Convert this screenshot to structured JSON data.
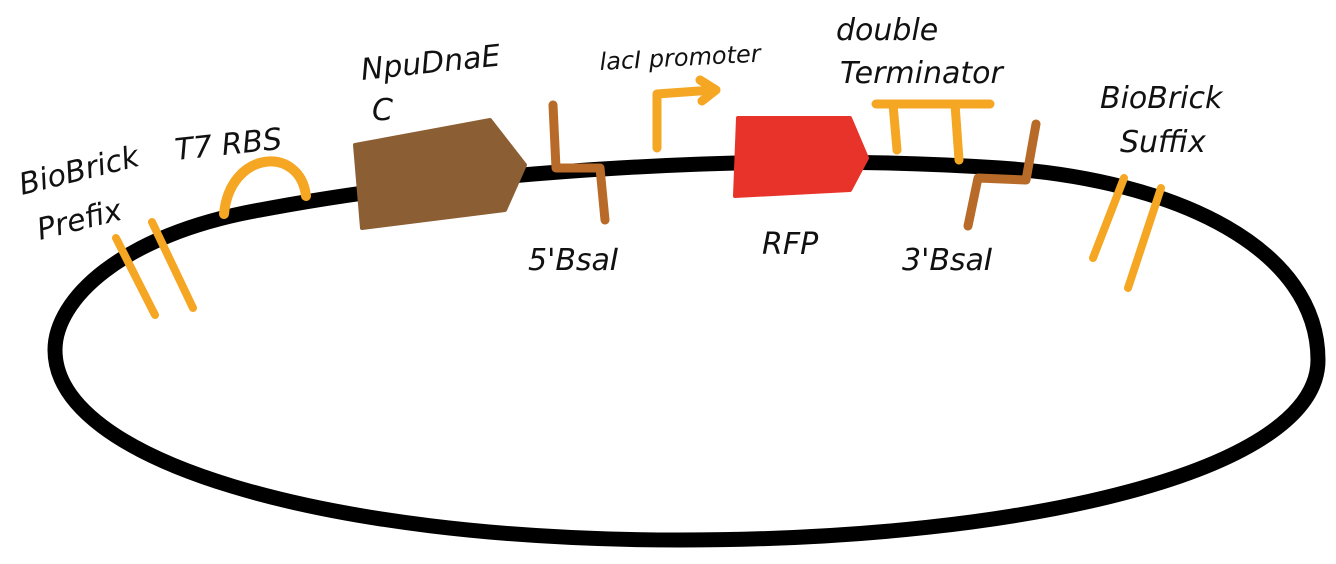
{
  "diagram": {
    "labels": {
      "biobrick_prefix_line1": "BioBrick",
      "biobrick_prefix_line2": "Prefix",
      "t7_rbs": "T7 RBS",
      "npudnae_line1": "NpuDnaE",
      "npudnae_line2": "C",
      "lacI_promoter": "lacI promoter",
      "double_terminator_line1": "double",
      "double_terminator_line2": "Terminator",
      "biobrick_suffix_line1": "BioBrick",
      "biobrick_suffix_line2": "Suffix",
      "bsai_5": "5'BsaI",
      "rfp": "RFP",
      "bsai_3": "3'BsaI"
    },
    "colors": {
      "backbone": "#000000",
      "orange_parts": "#F5A623",
      "npudnae": "#8B5E34",
      "rfp": "#E8332A",
      "bsai": "#B86B28"
    }
  }
}
